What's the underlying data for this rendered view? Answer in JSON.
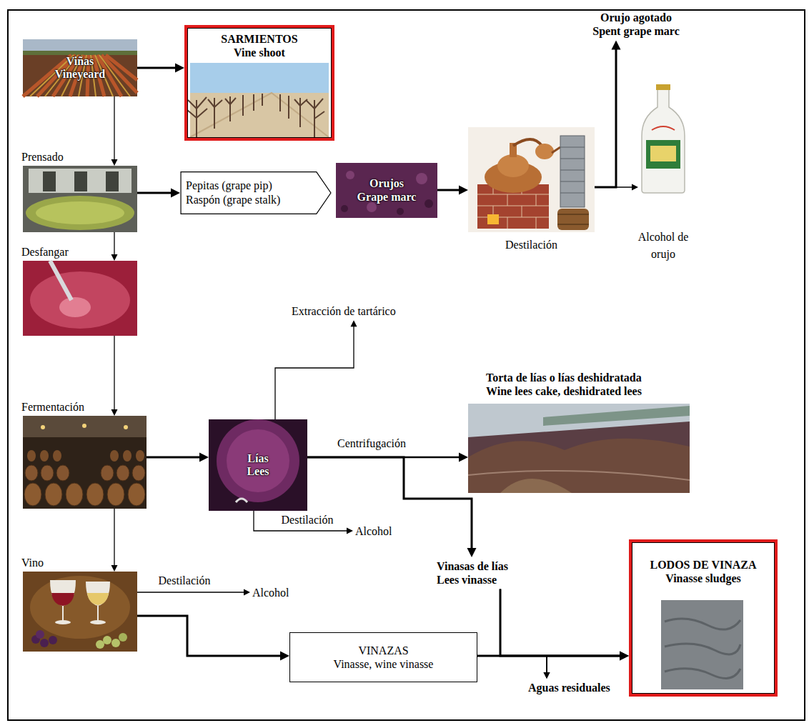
{
  "diagram": {
    "nodes": [
      {
        "text": [
          "Viñas",
          "Vineyeard"
        ]
      },
      {
        "text": [
          "SARMIENTOS",
          "Vine shoot"
        ]
      },
      {
        "text": [
          "Prensado"
        ]
      },
      {
        "text": [
          "Pepitas (grape pip)",
          "Raspón (grape stalk)"
        ]
      },
      {
        "text": [
          "Orujos",
          "Grape marc"
        ]
      },
      {
        "text": [
          "Destilación"
        ]
      },
      {
        "text": [
          "Orujo agotado",
          "Spent grape marc"
        ]
      },
      {
        "text": [
          "Alcohol de orujo"
        ]
      },
      {
        "text": [
          "Desfangar"
        ]
      },
      {
        "text": [
          "Fermentación"
        ]
      },
      {
        "text": [
          "Lías",
          "Lees"
        ]
      },
      {
        "text": [
          "Extracción de tartárico"
        ]
      },
      {
        "text": [
          "Torta de lías o lías deshidratada",
          "Wine lees cake, deshidrated lees"
        ]
      },
      {
        "text": [
          "Alcohol"
        ]
      },
      {
        "text": [
          "Vino"
        ]
      },
      {
        "text": [
          "Alcohol"
        ]
      },
      {
        "text": [
          "VINAZAS",
          "Vinasse, wine vinasse"
        ]
      },
      {
        "text": [
          "Vinasas de lías",
          "Lees vinasse"
        ]
      },
      {
        "text": [
          "Aguas residuales"
        ]
      },
      {
        "text": [
          "LODOS DE VINAZA",
          "Vinasse sludges"
        ]
      }
    ],
    "edges": [
      {
        "from": 0,
        "to": 1,
        "arrow": "to"
      },
      {
        "from": 0,
        "to": 2,
        "arrow": "to"
      },
      {
        "from": 2,
        "to": 3,
        "arrow": "to"
      },
      {
        "from": 4,
        "to": 5,
        "arrow": "to"
      },
      {
        "from": 5,
        "to": 7,
        "arrow": "to"
      },
      {
        "from": 5,
        "to": 6,
        "arrow": "to"
      },
      {
        "from": 2,
        "to": 8,
        "arrow": "to"
      },
      {
        "from": 8,
        "to": 9,
        "arrow": "to"
      },
      {
        "from": 9,
        "to": 10,
        "arrow": "to"
      },
      {
        "from": 10,
        "to": 11,
        "arrow": "to"
      },
      {
        "from": 10,
        "to": 12,
        "arrow": "to",
        "label": "Centrifugación"
      },
      {
        "from": 10,
        "to": 17,
        "arrow": "to"
      },
      {
        "from": 10,
        "to": 13,
        "arrow": "to",
        "label": "Destilación"
      },
      {
        "from": 9,
        "to": 14,
        "arrow": "to"
      },
      {
        "from": 14,
        "to": 15,
        "arrow": "to",
        "label": "Destilación"
      },
      {
        "from": 14,
        "to": 16,
        "arrow": "to"
      },
      {
        "from": 16,
        "to": 19,
        "arrow": "to"
      },
      {
        "from": 17,
        "to": 19,
        "arrow": "to"
      },
      {
        "from": 16,
        "to": 18,
        "arrow": "to"
      },
      {
        "from": 17,
        "to": 18,
        "arrow": "to"
      }
    ]
  }
}
